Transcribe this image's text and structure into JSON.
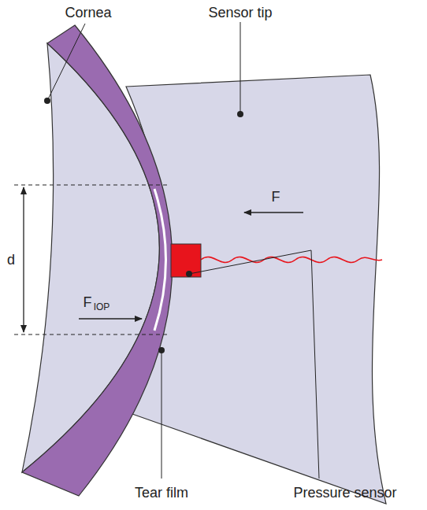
{
  "diagram": {
    "labels": [
      "Cornea",
      "Sensor tip",
      "F",
      "d",
      "F",
      "IOP",
      "Tear film",
      "Pressure sensor"
    ]
  }
}
